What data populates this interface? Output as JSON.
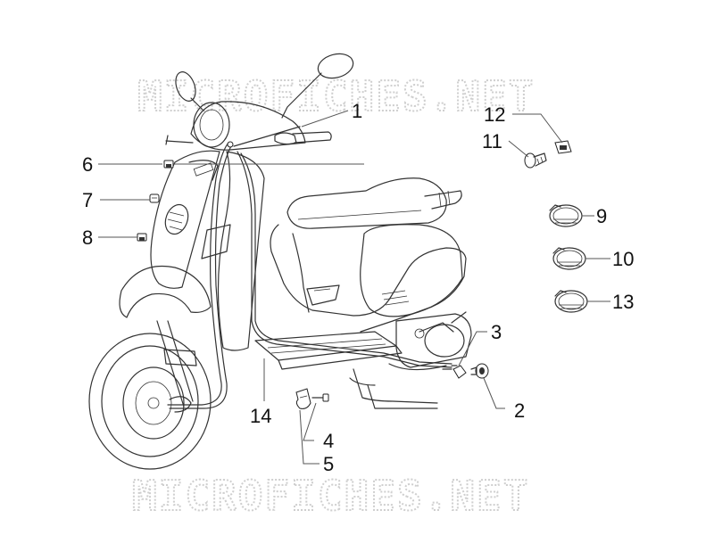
{
  "watermark": {
    "top": "MICROFICHES.NET",
    "bottom": "MICROFICHES.NET"
  },
  "callouts": [
    {
      "id": "1",
      "label": "1"
    },
    {
      "id": "2",
      "label": "2"
    },
    {
      "id": "3",
      "label": "3"
    },
    {
      "id": "4",
      "label": "4"
    },
    {
      "id": "5",
      "label": "5"
    },
    {
      "id": "6",
      "label": "6"
    },
    {
      "id": "7",
      "label": "7"
    },
    {
      "id": "8",
      "label": "8"
    },
    {
      "id": "9",
      "label": "9"
    },
    {
      "id": "10",
      "label": "10"
    },
    {
      "id": "11",
      "label": "11"
    },
    {
      "id": "12",
      "label": "12"
    },
    {
      "id": "13",
      "label": "13"
    },
    {
      "id": "14",
      "label": "14"
    }
  ]
}
